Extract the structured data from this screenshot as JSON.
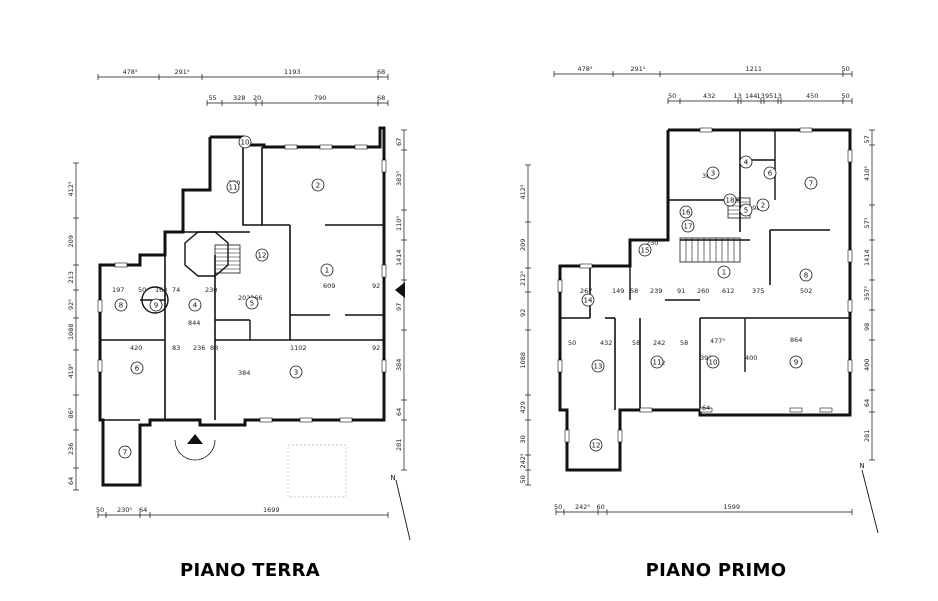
{
  "captions": {
    "left": "PIANO TERRA",
    "right": "PIANO PRIMO"
  },
  "north": "N",
  "ground": {
    "top_dims_row1": [
      "478⁵",
      "291⁵",
      "1193",
      "68"
    ],
    "top_dims_row2": [
      "55",
      "328",
      "20",
      "790",
      "68"
    ],
    "bottom_dims": [
      "50",
      "230⁵",
      "64",
      "1699"
    ],
    "left_dims": [
      "412⁵",
      "209",
      "213",
      "92⁵",
      "1088",
      "419⁵",
      "86⁵",
      "236",
      "64"
    ],
    "right_dims": [
      "67",
      "383⁵",
      "110⁵",
      "1414",
      "97",
      "384",
      "64",
      "281"
    ],
    "inner_dims": [
      "197",
      "50",
      "163",
      "74",
      "230",
      "350",
      "609",
      "92",
      "420",
      "83",
      "236",
      "83",
      "1102",
      "92",
      "844",
      "384",
      "202",
      "366"
    ],
    "rooms": [
      "1",
      "2",
      "3",
      "4",
      "5",
      "6",
      "7",
      "8",
      "9",
      "10",
      "11",
      "12"
    ]
  },
  "first": {
    "top_dims_row1": [
      "478⁵",
      "291⁵",
      "1211",
      "50"
    ],
    "top_dims_row2": [
      "50",
      "432",
      "13",
      "144",
      "13",
      "95",
      "13",
      "450",
      "50"
    ],
    "bottom_dims": [
      "50",
      "242⁵",
      "60",
      "1599"
    ],
    "left_dims": [
      "412⁵",
      "209",
      "212⁵",
      "92",
      "1088",
      "429",
      "30",
      "242⁵",
      "50"
    ],
    "right_dims": [
      "57",
      "410⁵",
      "57⁵",
      "1414",
      "357⁵",
      "98",
      "400",
      "64",
      "281"
    ],
    "inner_dims": [
      "301⁵",
      "198⁵",
      "230",
      "267",
      "149",
      "58",
      "239",
      "91",
      "260",
      "612",
      "375",
      "502",
      "432",
      "58",
      "242",
      "58",
      "477⁵",
      "864",
      "50",
      "442",
      "393",
      "400",
      "64"
    ],
    "rooms": [
      "1",
      "2",
      "3",
      "4",
      "5",
      "6",
      "7",
      "8",
      "9",
      "10",
      "11",
      "12",
      "13",
      "14",
      "15",
      "16",
      "17",
      "18"
    ]
  }
}
